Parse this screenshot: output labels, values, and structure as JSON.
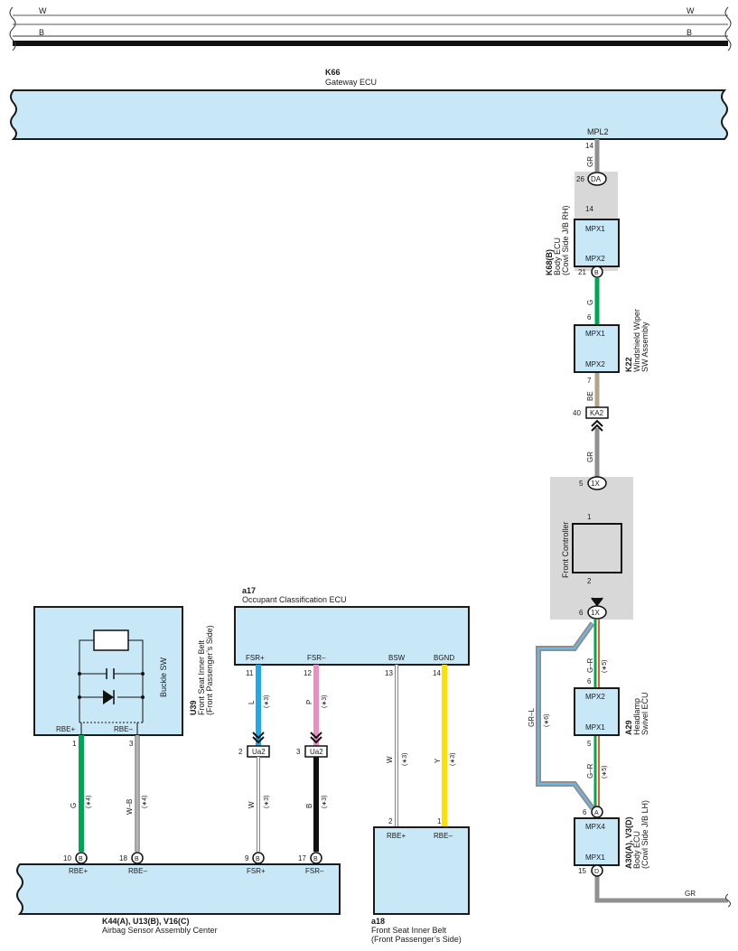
{
  "colors": {
    "ecu_fill": "#c8e8f8",
    "junction_fill": "#d8d8d8",
    "wire_gr": "#909090",
    "wire_g": "#00a651",
    "wire_be": "#b5a48a",
    "wire_l": "#20a8e8",
    "wire_p": "#ec8ec0",
    "wire_y": "#ffe000",
    "wire_b": "#111111",
    "wire_w": "#ffffff"
  },
  "bus": {
    "w_left": "W",
    "w_right": "W",
    "b_left": "B",
    "b_right": "B"
  },
  "k66": {
    "code": "K66",
    "name": "Gateway ECU",
    "pin_label": "MPL2",
    "pin": "14",
    "wire": "GR"
  },
  "k68": {
    "code": "K68(B)",
    "name": "Body ECU",
    "sub": "(Cowl Side J/B RH)",
    "conn_pin": "26",
    "conn": "DA",
    "conn_pin_in": "14",
    "mpx1": "MPX1",
    "mpx2": "MPX2",
    "out_pin": "21",
    "out_conn": "B",
    "out_wire": "G"
  },
  "k22": {
    "code": "K22",
    "name": "Windshield Wiper",
    "sub": "SW Assembly",
    "in_pin": "6",
    "mpx1": "MPX1",
    "mpx2": "MPX2",
    "out_pin": "7",
    "out_wire": "BE"
  },
  "ka2": {
    "pin": "40",
    "label": "KA2",
    "wire": "GR"
  },
  "front": {
    "name": "Front Controller",
    "top_pin": "5",
    "top_conn": "1X",
    "pin1": "1",
    "pin2": "2",
    "bot_pin": "6",
    "bot_conn": "1X"
  },
  "a29": {
    "code": "A29",
    "name": "Headlamp",
    "sub": "Swivel ECU",
    "top_wire": "G–R",
    "top_note": "(∗5)",
    "pin_top": "6",
    "mpx2": "MPX2",
    "mpx1": "MPX1",
    "pin_bot": "5",
    "bot_wire": "G–R",
    "bot_note": "(∗5)",
    "bypass_wire": "GR–L",
    "bypass_note": "(∗6)"
  },
  "a30": {
    "code": "A30(A), V3(D)",
    "name": "Body ECU",
    "sub": "(Cowl Side J/B LH)",
    "in_pin": "6",
    "in_conn": "A",
    "mpx4": "MPX4",
    "mpx1": "MPX1",
    "out_pin": "15",
    "out_conn": "D",
    "out_wire": "GR"
  },
  "u39": {
    "code": "U39",
    "name": "Front Seat Inner Belt",
    "sub": "(Front Passenger’s Side)",
    "sw": "Buckle SW",
    "rbe_p": "RBE+",
    "rbe_m": "RBE–",
    "pin1": "1",
    "pin3": "3",
    "wire1": "G",
    "note1": "(∗4)",
    "wire3": "W–B",
    "note3": "(∗4)"
  },
  "a17": {
    "code": "a17",
    "name": "Occupant Classification ECU",
    "fsr_p": "FSR+",
    "fsr_m": "FSR–",
    "bsw": "BSW",
    "bgnd": "BGND",
    "pin11": "11",
    "pin12": "12",
    "pin13": "13",
    "pin14": "14",
    "w11": "L",
    "w12": "P",
    "w13": "W",
    "w14": "Y",
    "note": "(∗3)"
  },
  "ua2": {
    "label": "Ua2",
    "left_pin": "2",
    "right_pin": "3",
    "w_left": "W",
    "w_right": "B",
    "note": "(∗3)"
  },
  "a18": {
    "code": "a18",
    "name": "Front Seat Inner Belt",
    "sub": "(Front Passenger’s Side)",
    "rbe_p": "RBE+",
    "rbe_m": "RBE–",
    "pin2": "2",
    "pin1": "1"
  },
  "k44": {
    "code": "K44(A), U13(B), V16(C)",
    "name": "Airbag Sensor Assembly Center",
    "pin10": "10",
    "pin18": "18",
    "pin9": "9",
    "pin17": "17",
    "conn": "B",
    "rbe_p": "RBE+",
    "rbe_m": "RBE–",
    "fsr_p": "FSR+",
    "fsr_m": "FSR–"
  }
}
